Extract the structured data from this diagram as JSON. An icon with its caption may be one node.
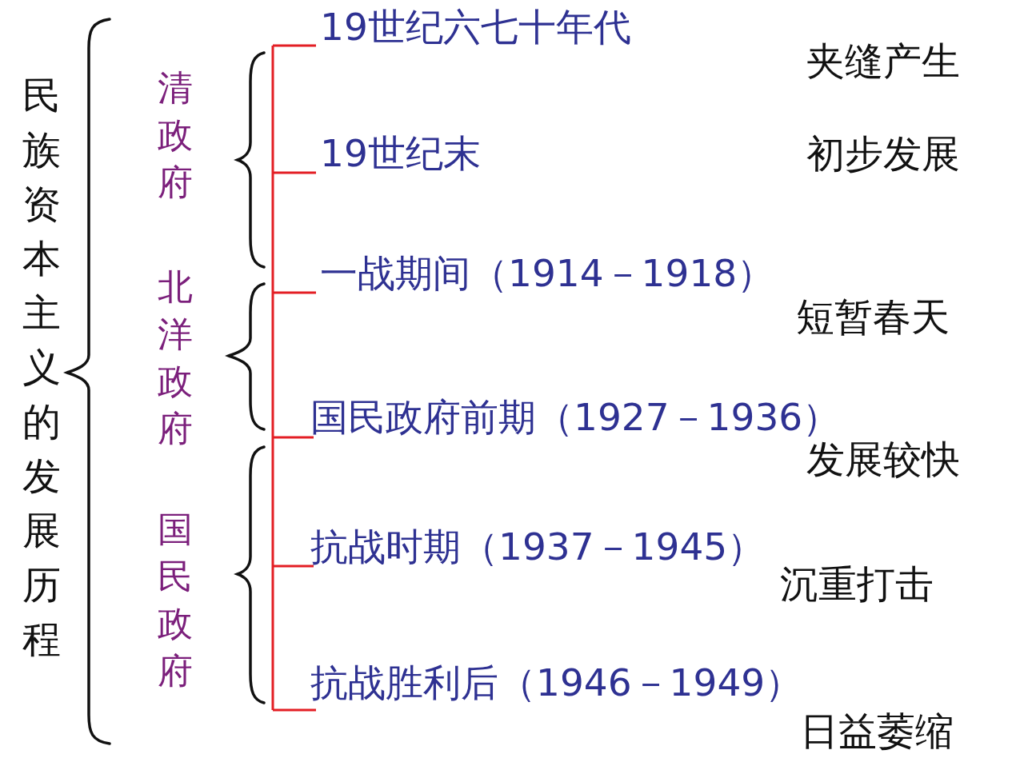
{
  "diagram": {
    "labels": [
      "民族资本主义的发展历程",
      "清政府",
      "北洋政府",
      "国民政府",
      "19世纪六七十年代",
      "夹缝产生",
      "19世纪末",
      "初步发展",
      "一战期间（1914－1918）",
      "短暂春天",
      "国民政府前期（1927－1936）",
      "发展较快",
      "抗战时期（1937－1945）",
      "沉重打击",
      "抗战胜利后（1946－1949）",
      "日益萎缩"
    ]
  }
}
